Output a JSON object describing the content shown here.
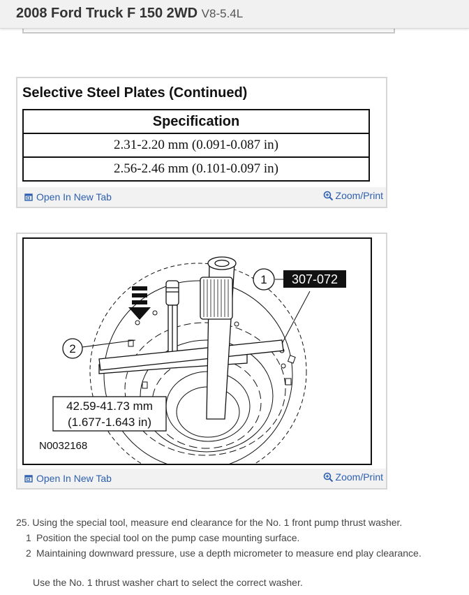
{
  "header": {
    "vehicle": "2008 Ford Truck F 150 2WD",
    "engine": "V8-5.4L"
  },
  "table_card": {
    "title": "Selective Steel Plates (Continued)",
    "column_header": "Specification",
    "rows": [
      "2.31-2.20 mm (0.091-0.087 in)",
      "2.56-2.46 mm (0.101-0.097 in)"
    ],
    "open_tab_label": "Open In New Tab",
    "zoom_label": "Zoom/Print"
  },
  "figure_card": {
    "callout_1": "1",
    "callout_2": "2",
    "tool_number": "307-072",
    "measure_mm": "42.59-41.73 mm",
    "measure_in": "(1.677-1.643 in)",
    "figure_id": "N0032168",
    "open_tab_label": "Open In New Tab",
    "zoom_label": "Zoom/Print"
  },
  "instructions": {
    "step": "25. Using the special tool, measure end clearance for the No. 1 front pump thrust washer.",
    "substeps": [
      {
        "num": "1",
        "text": "Position the special tool on the pump case mounting surface."
      },
      {
        "num": "2",
        "text": "Maintaining downward pressure, use a depth micrometer to measure end play clearance."
      }
    ],
    "note": "Use the No. 1 thrust washer chart to select the correct washer."
  },
  "colors": {
    "link": "#2c5fb0",
    "header_bg": "#f1f1f1",
    "card_border": "#d6d6d6",
    "footer_bg": "#f2f2f2"
  },
  "icons": [
    "open-in-new-tab-icon",
    "zoom-icon"
  ]
}
